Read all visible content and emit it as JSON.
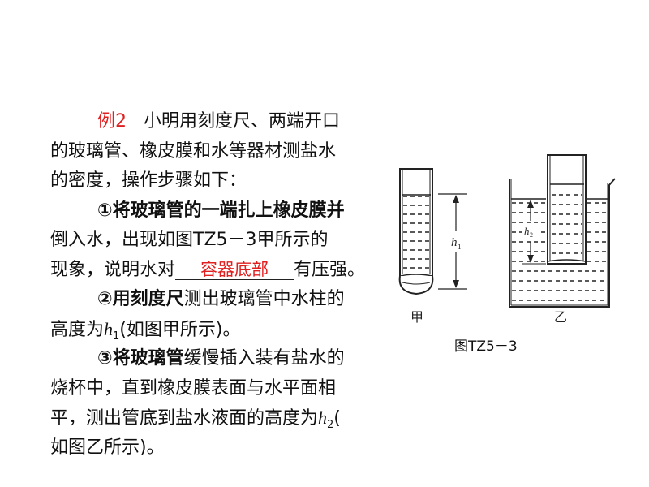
{
  "example": {
    "label": "例2",
    "intro_1": "小明用刻度尺、两端开口",
    "intro_2": "的玻璃管、橡皮膜和水等器材测盐水",
    "intro_3": "的密度，操作步骤如下：",
    "step1_bold": "①将玻璃管的一端扎上橡皮膜并",
    "step1_line2": "倒入水，出现如图TZ5－3甲所示的",
    "step1_line3_pre": "现象，说明水对",
    "step1_answer": "容器底部",
    "step1_line3_post": "有压强。",
    "step2_bold": "②用刻度尺",
    "step2_rest": "测出玻璃管中水柱的",
    "step2_line2_pre": "高度为",
    "step2_var": "h",
    "step2_sub": "1",
    "step2_line2_post": "(如图甲所示)。",
    "step3_bold": "③将玻璃管",
    "step3_rest": "缓慢插入装有盐水的",
    "step3_line2": "烧杯中，直到橡皮膜表面与水平面相",
    "step3_line3_pre": "平，测出管底到盐水液面的高度为",
    "step3_var": "h",
    "step3_sub": "2",
    "step3_line3_post": "(",
    "step3_line4": "如图乙所示)。"
  },
  "figure": {
    "label_jia": "甲",
    "label_yi": "乙",
    "h1_var": "h",
    "h1_sub": "1",
    "h2_var": "h",
    "h2_sub": "2",
    "caption": "图TZ5－3"
  },
  "colors": {
    "accent": "#e02020",
    "text": "#111111"
  }
}
